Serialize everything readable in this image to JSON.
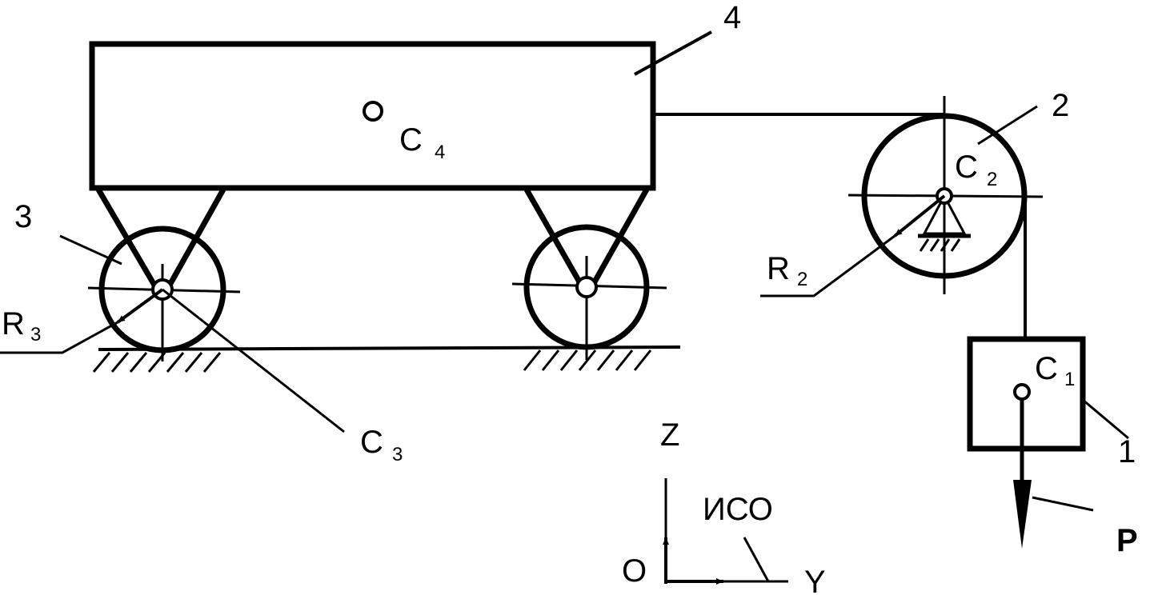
{
  "labels": {
    "body4": "4",
    "body2": "2",
    "body3": "3",
    "body1": "1",
    "c4_main": "C",
    "c4_sub": "4",
    "c2_main": "C",
    "c2_sub": "2",
    "c1_main": "C",
    "c1_sub": "1",
    "c3_main": "C",
    "c3_sub": "3",
    "r2_main": "R",
    "r2_sub": "2",
    "r3_main": "R",
    "r3_sub": "3",
    "force": "P",
    "axis_z": "Z",
    "axis_y": "Y",
    "origin": "O",
    "frame": "ИСО"
  }
}
